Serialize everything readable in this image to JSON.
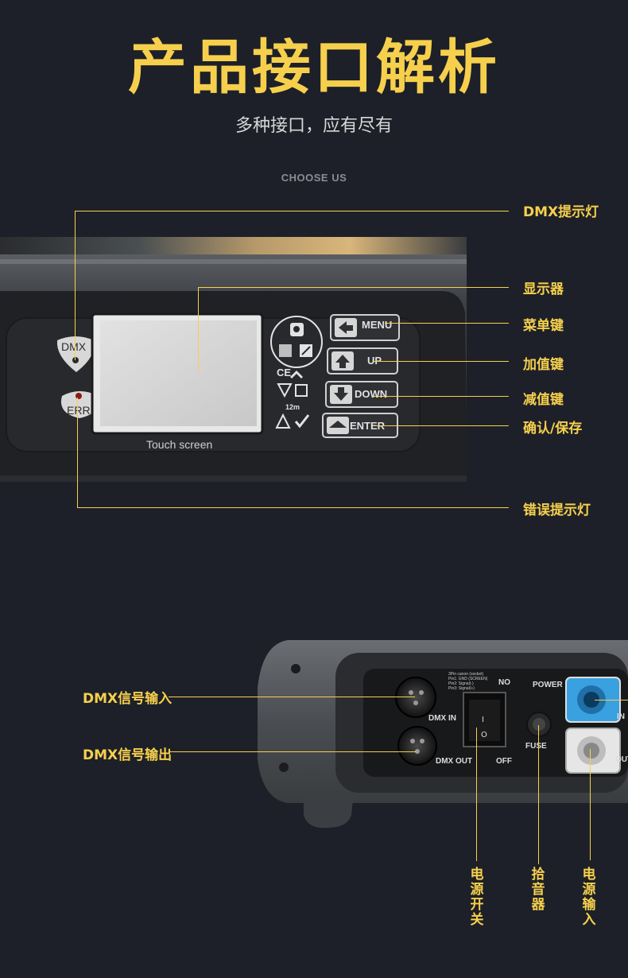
{
  "header": {
    "title": "产品接口解析",
    "subtitle": "多种接口，应有尽有",
    "section_tag": "CHOOSE US"
  },
  "panel_labels": {
    "dmx_led": "DMX提示灯",
    "display": "显示器",
    "menu_key": "菜单键",
    "up_key": "加值键",
    "down_key": "减值键",
    "enter_key": "确认/保存",
    "err_led": "错误提示灯"
  },
  "panel_print": {
    "dmx": "DMX",
    "err": "ERR",
    "touch": "Touch screen",
    "menu": "MENU",
    "up": "UP",
    "down": "DOWN",
    "enter": "ENTER",
    "ce": "CE",
    "distance": "12m"
  },
  "rear_labels": {
    "dmx_in": "DMX信号输入",
    "dmx_out": "DMX信号输出",
    "power_switch": "电源开关",
    "fuse": "拾音器",
    "power_in": "电源输入"
  },
  "rear_print": {
    "dmx_in": "DMX IN",
    "dmx_out": "DMX OUT",
    "on": "NO",
    "off": "OFF",
    "power": "POWER",
    "fuse": "FUSE",
    "in": "IN",
    "out": "OUT",
    "pin_title": "3Pin canon (socket)",
    "pin1": "Pin1: GND (SCREEN)",
    "pin2": "Pin2: Signal(-)",
    "pin3": "Pin3: Signal(+)"
  }
}
